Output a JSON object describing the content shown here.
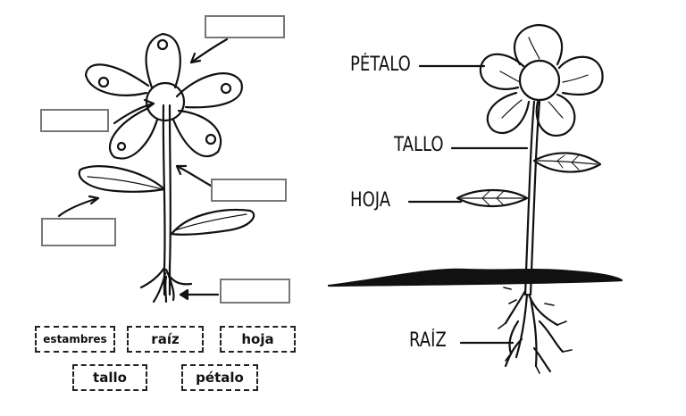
{
  "worksheet": {
    "word_bank": [
      "estambres",
      "raíz",
      "hoja",
      "tallo",
      "pétalo"
    ]
  },
  "diagram": {
    "labels": {
      "petal": "PÉTALO",
      "stem": "TALLO",
      "leaf": "HOJA",
      "root": "RAÍZ"
    }
  },
  "colors": {
    "ink": "#111111",
    "box_border": "#777777",
    "background": "#ffffff"
  }
}
